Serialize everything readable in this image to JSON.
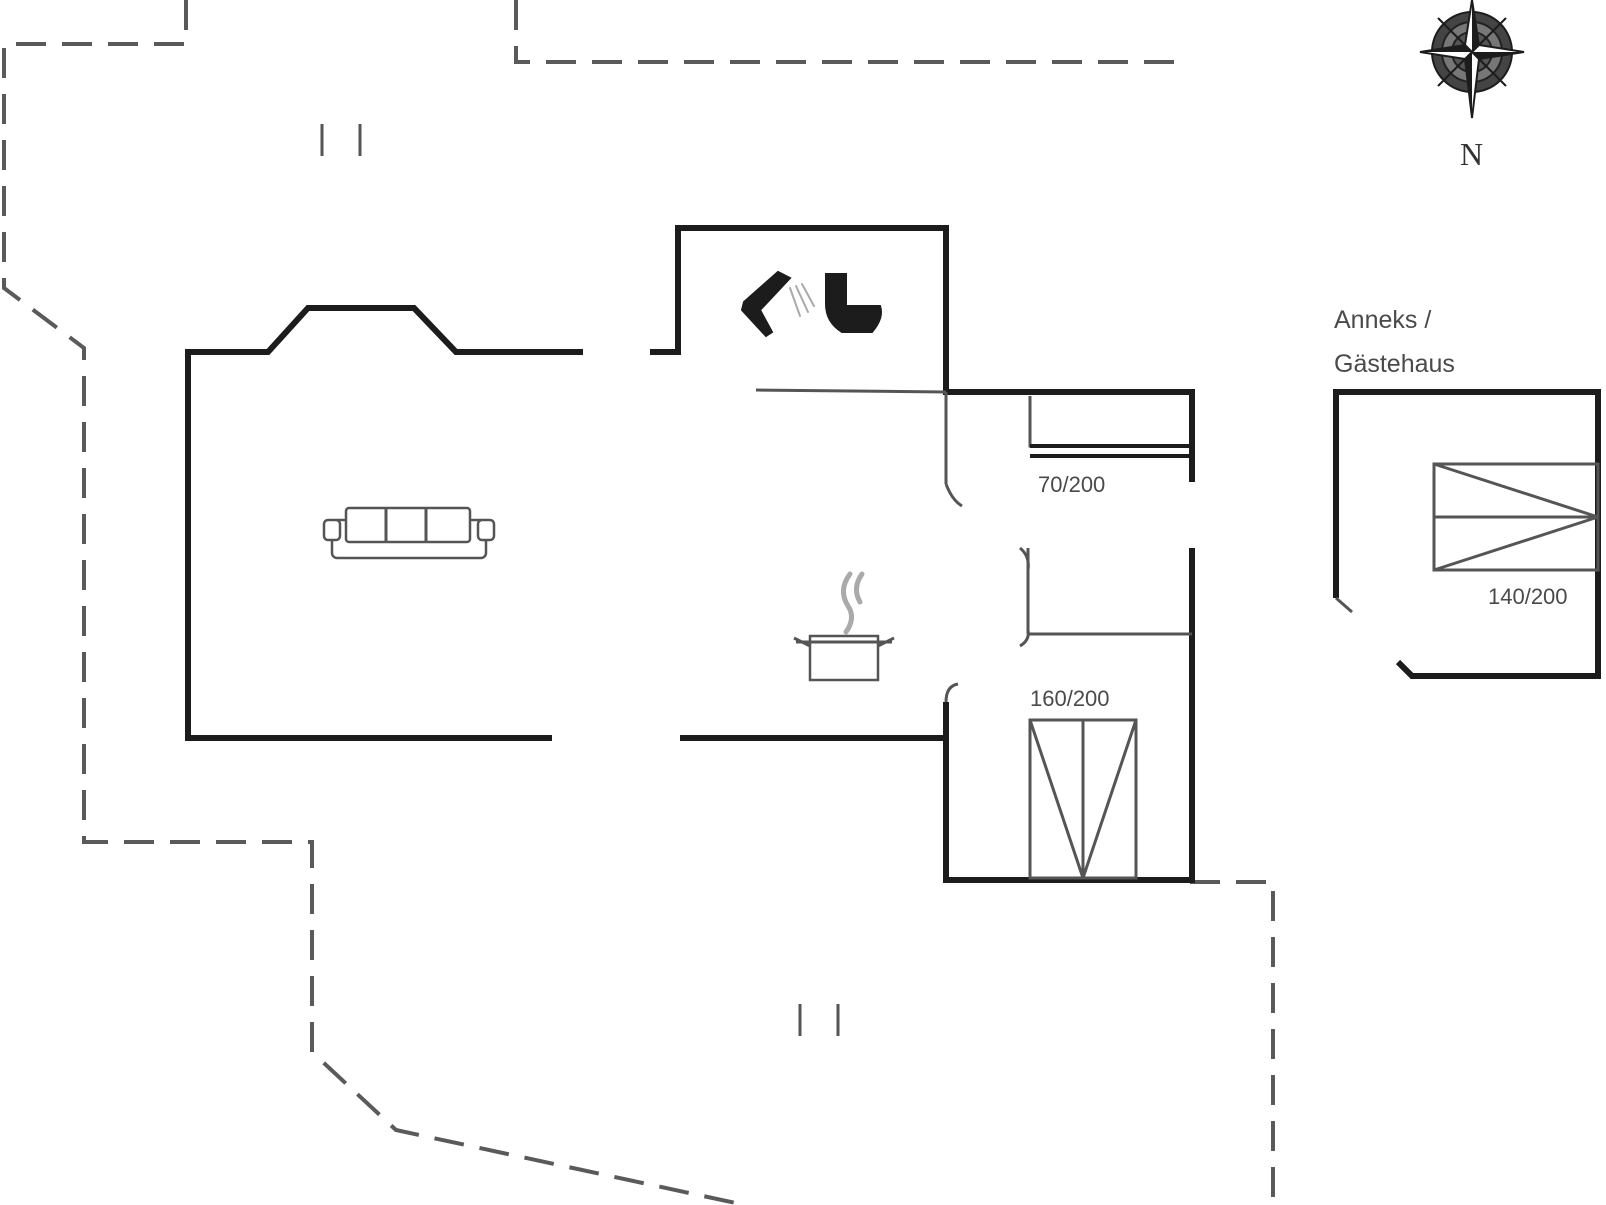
{
  "plan": {
    "annex_label_line1": "Anneks /",
    "annex_label_line2": "Gästehaus",
    "beds": [
      {
        "id": "single",
        "size": "70/200"
      },
      {
        "id": "double",
        "size": "160/200"
      },
      {
        "id": "annex",
        "size": "140/200"
      }
    ],
    "compass": {
      "north_label": "N"
    }
  },
  "icons": [
    "compass-rose-icon",
    "shower-icon",
    "toilet-icon",
    "sofa-icon",
    "stove-pot-icon",
    "bed-icon",
    "stairs-icon"
  ],
  "colors": {
    "wall": "#1c1c1c",
    "line": "#555555",
    "boundary": "#5a5a5a",
    "background": "#ffffff"
  }
}
